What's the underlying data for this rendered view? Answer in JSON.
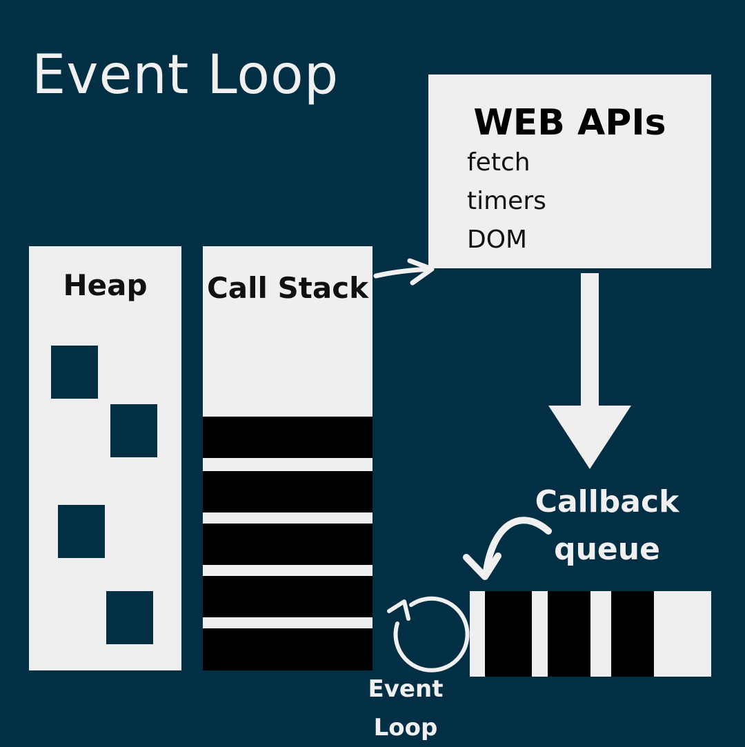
{
  "title": "Event Loop",
  "heap": {
    "label": "Heap"
  },
  "call_stack": {
    "label": "Call Stack"
  },
  "web_apis": {
    "title": "WEB APIs",
    "items": [
      "fetch",
      "timers",
      "DOM"
    ]
  },
  "callback_queue": {
    "label_line1": "Callback",
    "label_line2": "queue"
  },
  "event_loop": {
    "label_line1": "Event",
    "label_line2": "Loop"
  },
  "colors": {
    "background": "#022f44",
    "panel": "#efefef",
    "block": "#000000",
    "text_light": "#f0f0f0"
  }
}
